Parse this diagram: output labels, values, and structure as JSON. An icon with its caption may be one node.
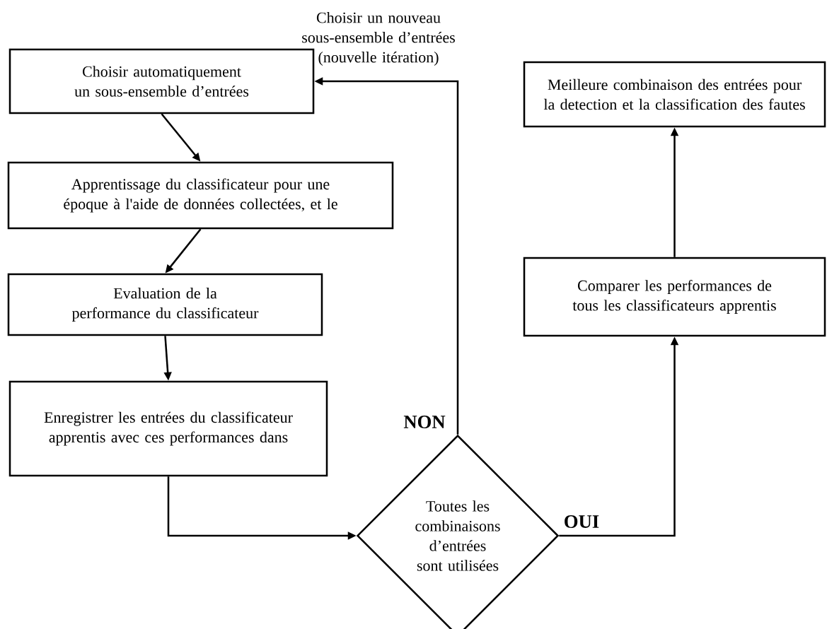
{
  "diagram": {
    "nodes": [
      {
        "text": [
          "Choisir automatiquement un sous-ensemble d’entrées"
        ]
      },
      {
        "text": [
          "Apprentissage du classificateur pour une époque à l'aide de données collectées, et le"
        ]
      },
      {
        "text": [
          "Evaluation de la performance du classificateur"
        ]
      },
      {
        "text": [
          "Enregistrer les entrées du classificateur apprentis avec ces performances dans"
        ]
      },
      {
        "text": [
          "Toutes les combinaisons d’entrées sont utilisées"
        ]
      },
      {
        "text": [
          "Meilleure combinaison des entrées pour la detection et la classification des fautes"
        ]
      },
      {
        "text": [
          "Comparer les performances de tous les classificateurs apprentis"
        ]
      }
    ],
    "edges": [
      {
        "from": 0,
        "to": 1,
        "arrow": "to"
      },
      {
        "from": 1,
        "to": 2,
        "arrow": "to"
      },
      {
        "from": 2,
        "to": 3,
        "arrow": "to"
      },
      {
        "from": 3,
        "to": 4,
        "arrow": "to"
      },
      {
        "from": 4,
        "to": 0,
        "arrow": "to",
        "label": "NON"
      },
      {
        "from": 4,
        "to": 6,
        "arrow": "to",
        "label": "OUI"
      },
      {
        "from": 6,
        "to": 5,
        "arrow": "to"
      }
    ],
    "labels": [
      "Choisir un nouveau sous-ensemble d’entrées (nouvelle itération)"
    ]
  }
}
